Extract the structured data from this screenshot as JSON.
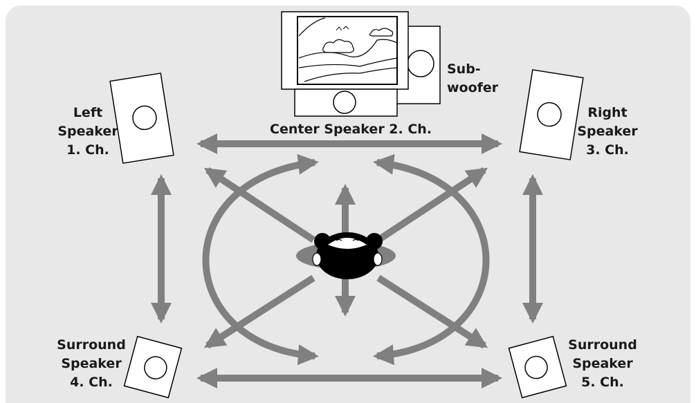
{
  "labels": {
    "left_speaker": [
      "Left",
      "Speaker",
      "1. Ch."
    ],
    "right_speaker": [
      "Right",
      "Speaker",
      "3. Ch."
    ],
    "center_speaker": "Center Speaker 2. Ch.",
    "subwoofer": [
      "Sub-",
      "woofer"
    ],
    "surround_left": [
      "Surround",
      "Speaker",
      "4. Ch."
    ],
    "surround_right": [
      "Surround",
      "Speaker",
      "5. Ch."
    ]
  },
  "colors": {
    "background": "#e8e8e8",
    "arrow": "#808080",
    "outline": "#000000",
    "speaker_fill": "#ffffff",
    "listener": "#000000"
  }
}
